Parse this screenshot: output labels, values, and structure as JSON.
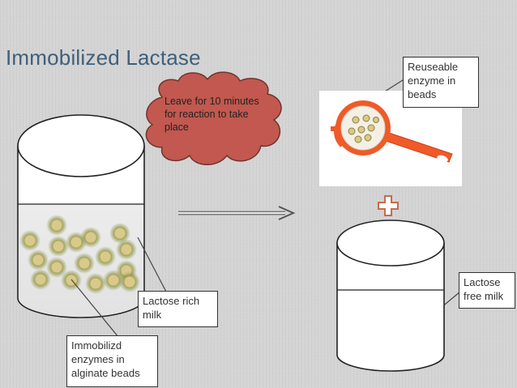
{
  "title": "Immobilized Lactase",
  "cloud_note": "Leave for 10 minutes for reaction to take place",
  "labels": {
    "reusable": "Reuseable enzyme in beads",
    "lactose_free": "Lactose free milk",
    "lactose_rich": "Lactose rich milk",
    "immobilized": "Immobilizd enzymes in alginate beads"
  },
  "icons": {
    "arrow": "right-arrow-icon",
    "plus": "plus-icon",
    "strainer": "strainer-icon",
    "cloud": "cloud-shape",
    "beaker": "beaker-icon",
    "bead": "bead-icon"
  },
  "colors": {
    "title": "#3f5f7a",
    "cloud": "#c2584f",
    "strainer": "#f05a28",
    "bead": "#d9c98a",
    "bead_glow": "#7f8a3a",
    "plus": "#c76c4e"
  }
}
